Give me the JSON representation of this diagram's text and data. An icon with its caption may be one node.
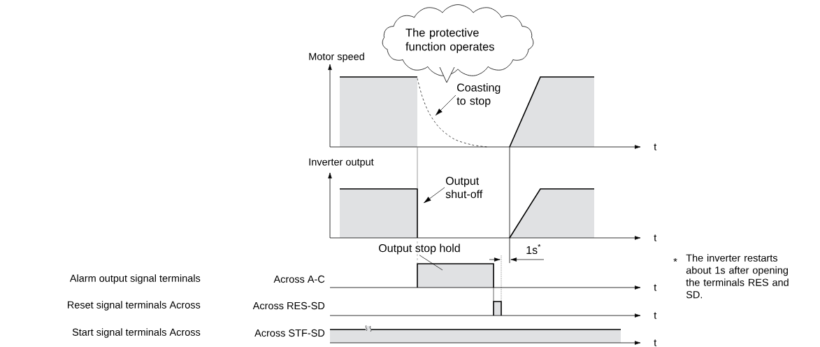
{
  "diagram": {
    "nodes": [
      {
        "text": [
          "The protective function operates"
        ]
      },
      {
        "text": [
          "Coasting to stop"
        ]
      },
      {
        "text": [
          "Output shut-off"
        ]
      },
      {
        "text": [
          "Output stop hold"
        ]
      }
    ],
    "edges": [
      {
        "from": 1,
        "to": null,
        "arrow": "to"
      },
      {
        "from": 2,
        "to": null,
        "arrow": "to"
      },
      {
        "from": 3,
        "to": null,
        "arrow": "none"
      }
    ],
    "labels": [
      "Motor speed",
      "t",
      "Inverter output",
      "t",
      "1s$^{*}$",
      "Alarm output signal terminals",
      "Across A-C",
      "t",
      "Reset signal terminals Across",
      "Across RES-SD",
      "t",
      "Start signal terminals Across",
      "Across STF-SD",
      "t",
      "*",
      "The inverter restarts about 1s after opening the terminals RES and SD."
    ]
  }
}
